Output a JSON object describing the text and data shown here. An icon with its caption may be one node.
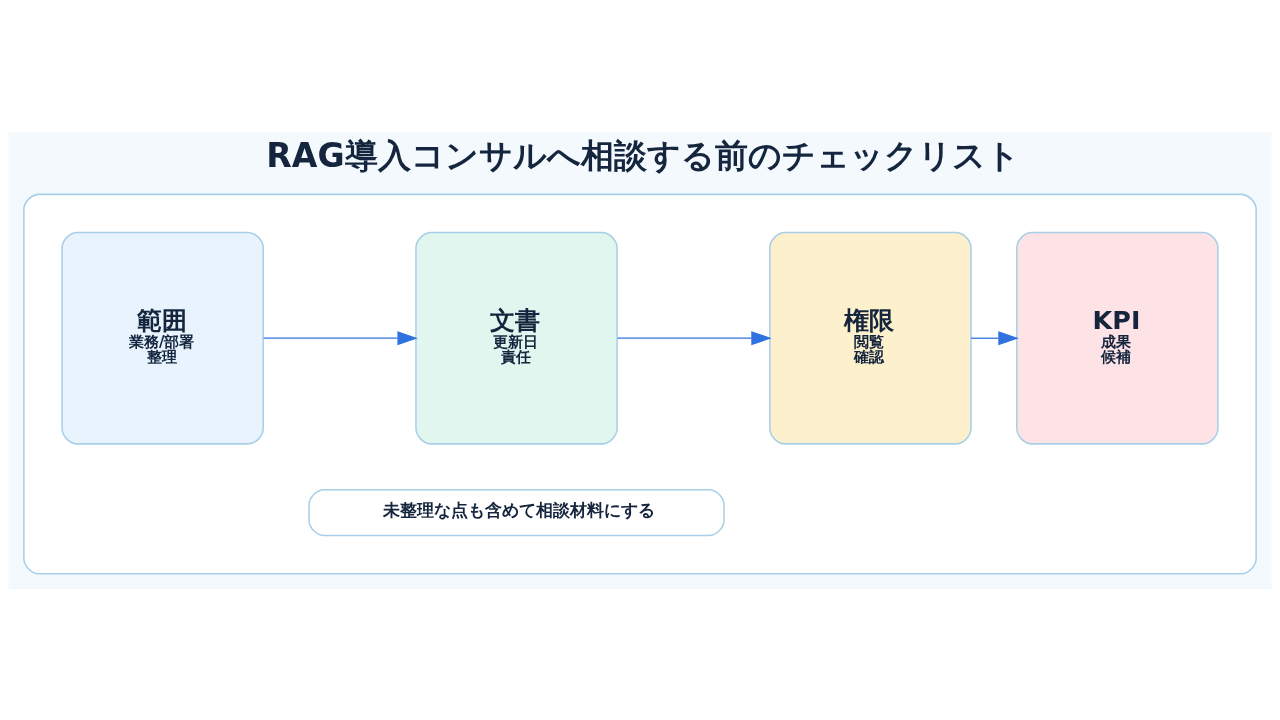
{
  "diagram": {
    "title": "RAG導入コンサルへ相談する前のチェックリスト",
    "nodes": [
      {
        "text": [],
        "shape": "box"
      },
      {
        "text": [
          "範囲",
          "業務/部署",
          "整理"
        ],
        "in": 0
      },
      {
        "text": [
          "文書",
          "更新日",
          "責任"
        ],
        "in": 0
      },
      {
        "text": [
          "権限",
          "閲覧",
          "確認"
        ],
        "in": 0
      },
      {
        "text": [
          "KPI",
          "成果",
          "候補"
        ],
        "in": 0
      },
      {
        "text": [
          "未整理な点も含めて相談材料にする"
        ],
        "in": 0
      }
    ],
    "edges": [
      {
        "from": 1,
        "to": 2,
        "arrow": "to",
        "color": "#2f72e0"
      },
      {
        "from": 2,
        "to": 3,
        "arrow": "to",
        "color": "#2f72e0"
      },
      {
        "from": 3,
        "to": 4,
        "arrow": "to",
        "color": "#2f72e0"
      }
    ]
  }
}
